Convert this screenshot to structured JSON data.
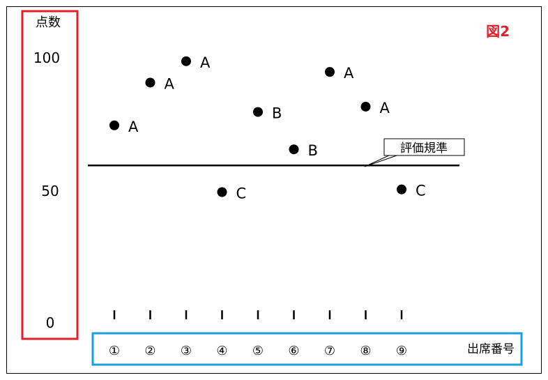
{
  "chart_data": {
    "type": "scatter",
    "title": "図2",
    "ylabel": "点数",
    "xlabel": "出席番号",
    "ylim": [
      0,
      100
    ],
    "y_ticks": [
      "100",
      "50",
      "0"
    ],
    "x_ticks": [
      "①",
      "②",
      "③",
      "④",
      "⑤",
      "⑥",
      "⑦",
      "⑧",
      "⑨"
    ],
    "points": [
      {
        "x": 1,
        "y": 75,
        "grade": "A"
      },
      {
        "x": 2,
        "y": 91,
        "grade": "A"
      },
      {
        "x": 3,
        "y": 99,
        "grade": "A"
      },
      {
        "x": 4,
        "y": 50,
        "grade": "C"
      },
      {
        "x": 5,
        "y": 80,
        "grade": "B"
      },
      {
        "x": 6,
        "y": 66,
        "grade": "B"
      },
      {
        "x": 7,
        "y": 95,
        "grade": "A"
      },
      {
        "x": 8,
        "y": 82,
        "grade": "A"
      },
      {
        "x": 9,
        "y": 51,
        "grade": "C"
      }
    ],
    "reference_line": {
      "value": 60,
      "label": "評価規準"
    },
    "colors": {
      "y_axis_box": "#e0202a",
      "x_axis_box": "#1aa0dc",
      "title": "#e0202a",
      "marker": "#000000"
    }
  }
}
